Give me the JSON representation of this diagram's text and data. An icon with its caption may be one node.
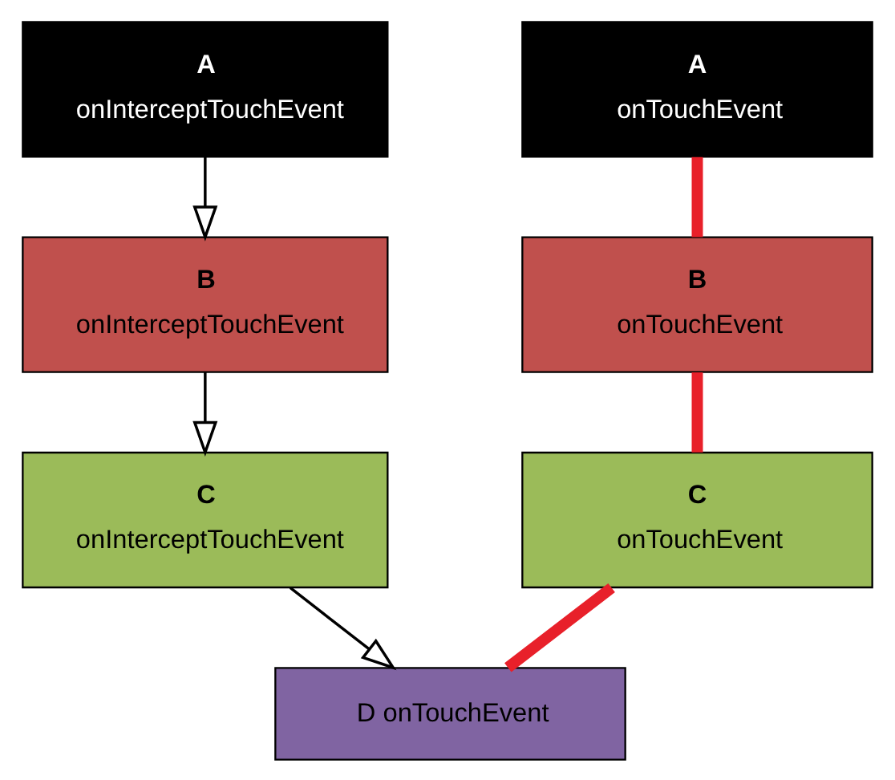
{
  "diagram": {
    "nodes": [
      {
        "text": [
          "A",
          "onInterceptTouchEvent"
        ]
      },
      {
        "text": [
          "B",
          "onInterceptTouchEvent"
        ]
      },
      {
        "text": [
          "C",
          "onInterceptTouchEvent"
        ]
      },
      {
        "text": [
          "D onTouchEvent"
        ]
      },
      {
        "text": [
          "A",
          "onTouchEvent"
        ]
      },
      {
        "text": [
          "B",
          "onTouchEvent"
        ]
      },
      {
        "text": [
          "C",
          "onTouchEvent"
        ]
      }
    ],
    "edges": [
      {
        "from": 0,
        "to": 1,
        "arrow": "to"
      },
      {
        "from": 1,
        "to": 2,
        "arrow": "to"
      },
      {
        "from": 2,
        "to": 3,
        "arrow": "to"
      },
      {
        "from": 4,
        "to": 5,
        "arrow": "none",
        "style": "thick",
        "color": "#e8202a"
      },
      {
        "from": 5,
        "to": 6,
        "arrow": "none",
        "style": "thick",
        "color": "#e8202a"
      },
      {
        "from": 6,
        "to": 3,
        "arrow": "none",
        "style": "thick",
        "color": "#e8202a"
      }
    ]
  }
}
